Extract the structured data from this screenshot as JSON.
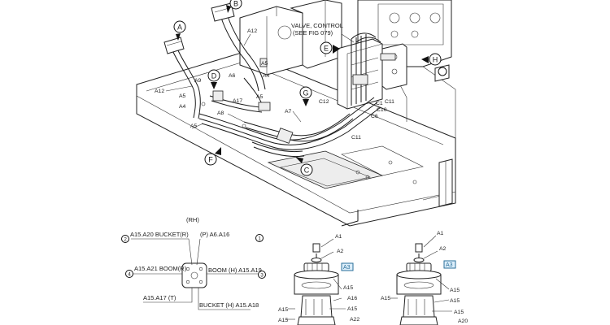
{
  "views": {
    "A": "A",
    "B": "B",
    "C": "C",
    "D": "D",
    "E": "E",
    "F": "F",
    "G": "G",
    "H": "H"
  },
  "valve_note": {
    "line1": "VALVE, CONTROL",
    "line2": "(SEE FIG 079)"
  },
  "callouts_main": {
    "a12_left": "A12",
    "a12_top": "A12",
    "a5_1": "A5",
    "a4_1": "A4",
    "a9": "A9",
    "a6": "A6",
    "a4_2": "A4",
    "a17": "A17",
    "a5_2": "A5",
    "a8": "A8",
    "a5_3": "A5",
    "a5_4": "A5",
    "a7": "A7",
    "c12": "C12",
    "c1": "C1",
    "c10": "C10",
    "c11_top": "C11",
    "c6": "C6",
    "c11_bottom": "C11"
  },
  "port_diagram": {
    "rh": "(RH)",
    "n1": "1",
    "n2": "2",
    "n3": "3",
    "n4": "4",
    "bucket_r": "A15.A20 BUCKET(R)",
    "p": "(P) A6.A16",
    "boom_r": "A15.A21 BOOM(R)",
    "boom_h": "BOOM (H) A15.A19",
    "t": "A15.A17 (T)",
    "bucket_h": "BUCKET (H) A15.A18"
  },
  "valve_left": {
    "a1": "A1",
    "a2": "A2",
    "a3": "A3",
    "a15_1": "A15",
    "a15_2": "A15",
    "a15_3": "A15",
    "a16": "A16",
    "a15_4": "A15",
    "a22": "A22"
  },
  "valve_right": {
    "a1": "A1",
    "a2": "A2",
    "a3": "A3",
    "a15_1": "A15",
    "a15_2": "A15",
    "a15_3": "A15",
    "a15_4": "A15",
    "a20": "A20"
  }
}
